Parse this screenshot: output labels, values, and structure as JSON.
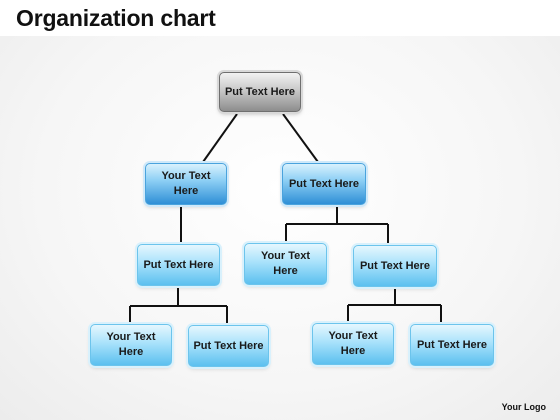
{
  "title": "Organization chart",
  "logo_text": "Your Logo",
  "nodes": {
    "root": "Put Text Here",
    "left_l2": "Your Text Here",
    "right_l2": "Put Text Here",
    "left_l3": "Put Text Here",
    "right_l3_a": "Your Text Here",
    "right_l3_b": "Put Text Here",
    "left_l4_a": "Your Text Here",
    "left_l4_b": "Put Text Here",
    "right_l4_a": "Your Text Here",
    "right_l4_b": "Put Text Here"
  },
  "colors": {
    "root_fill": "#9e9e9e",
    "box_blue_dark": "#2f8fd6",
    "box_blue_light": "#5cc0ef",
    "connector": "#111111"
  }
}
